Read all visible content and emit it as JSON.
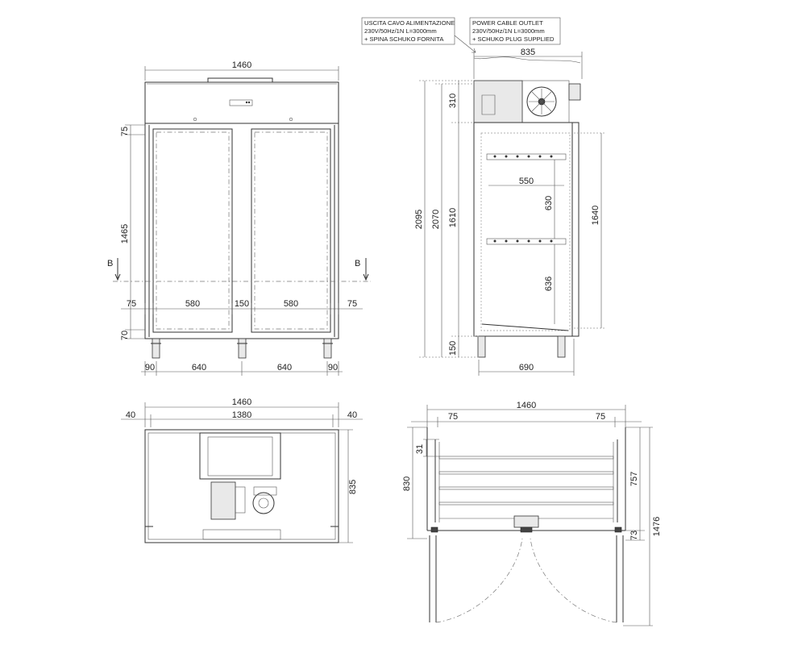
{
  "notes": {
    "it": [
      "USCITA CAVO ALIMENTAZIONE",
      "230V/50Hz/1N L=3000mm",
      "+ SPINA SCHUKO FORNITA"
    ],
    "en": [
      "POWER CABLE OUTLET",
      "230V/50Hz/1N L=3000mm",
      "+ SCHUKO PLUG SUPPLIED"
    ]
  },
  "front": {
    "width": "1460",
    "h_top": "75",
    "h_door": "1465",
    "h_bottom": "70",
    "w_left": "75",
    "w_door1": "580",
    "w_mid": "150",
    "w_door2": "580",
    "w_right": "75",
    "f_left": "90",
    "f_mid1": "640",
    "f_mid2": "640",
    "f_right": "90",
    "section": "B"
  },
  "side": {
    "depth_total": "835",
    "h_total": "2095",
    "h_body": "2070",
    "h_top": "310",
    "h_inner": "1610",
    "h_feet": "150",
    "h_door": "1640",
    "shelf_w": "550",
    "shelf_gap1": "630",
    "shelf_gap2": "636",
    "depth_body": "690"
  },
  "top": {
    "width": "1460",
    "inner": "1380",
    "side_l": "40",
    "side_r": "40",
    "depth": "835"
  },
  "section": {
    "width": "1460",
    "side_l": "75",
    "side_r": "75",
    "h_31": "31",
    "h_830": "830",
    "h_757": "757",
    "h_1476": "1476",
    "h_73": "73"
  }
}
